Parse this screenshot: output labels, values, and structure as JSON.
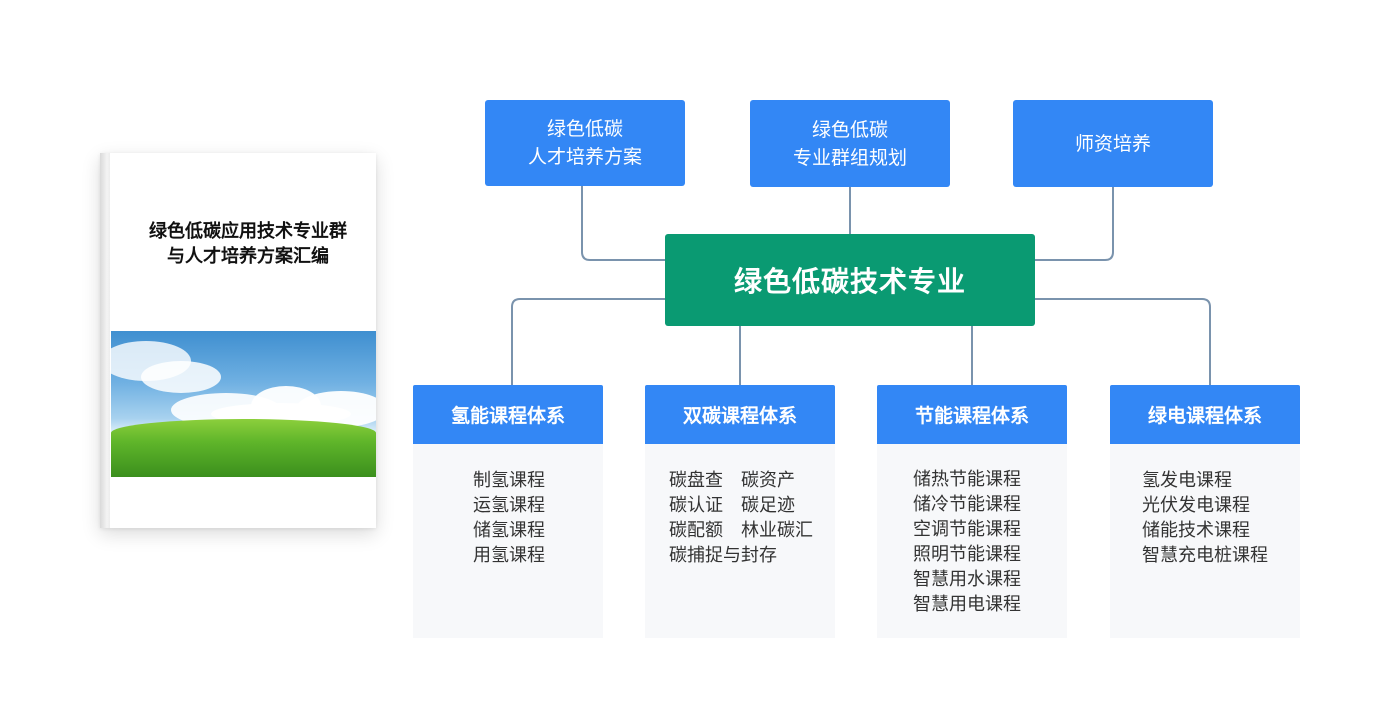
{
  "book": {
    "title_lines": [
      "绿色低碳应用技术专业群",
      "与人才培养方案汇编"
    ]
  },
  "top_nodes": [
    {
      "lines": [
        "绿色低碳",
        "人才培养方案"
      ]
    },
    {
      "lines": [
        "绿色低碳",
        "专业群组规划"
      ]
    },
    {
      "lines": [
        "师资培养"
      ]
    }
  ],
  "center": {
    "label": "绿色低碳技术专业"
  },
  "courses": [
    {
      "title": "氢能课程体系",
      "items": [
        "制氢课程",
        "运氢课程",
        "储氢课程",
        "用氢课程"
      ]
    },
    {
      "title": "双碳课程体系",
      "items": [
        "碳盘查　碳资产",
        "碳认证　碳足迹",
        "碳配额　林业碳汇",
        "碳捕捉与封存"
      ]
    },
    {
      "title": "节能课程体系",
      "items": [
        "储热节能课程",
        "储冷节能课程",
        "空调节能课程",
        "照明节能课程",
        "智慧用水课程",
        "智慧用电课程"
      ]
    },
    {
      "title": "绿电课程体系",
      "items": [
        "氢发电课程",
        "光伏发电课程",
        "储能技术课程",
        "智慧充电桩课程"
      ]
    }
  ],
  "colors": {
    "node_blue": "#3387f5",
    "center_green": "#0a9a72",
    "connector": "#7a93ad",
    "panel_bg": "#f7f8fa"
  }
}
